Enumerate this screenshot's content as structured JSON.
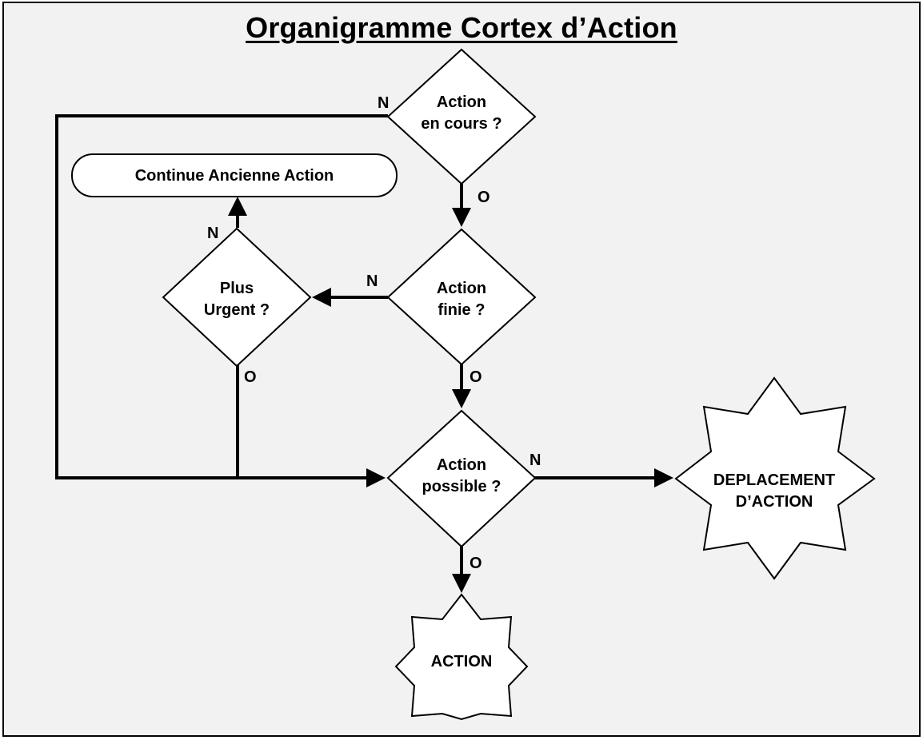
{
  "title": "Organigramme Cortex d’Action",
  "colors": {
    "background": "#f2f2f2",
    "stroke": "#000000",
    "shape_fill": "#ffffff",
    "frame_border": "#000000"
  },
  "nodes": {
    "action_en_cours": {
      "line1": "Action",
      "line2": "en cours ?"
    },
    "action_finie": {
      "line1": "Action",
      "line2": "finie ?"
    },
    "action_possible": {
      "line1": "Action",
      "line2": "possible ?"
    },
    "plus_urgent": {
      "line1": "Plus",
      "line2": "Urgent ?"
    },
    "continue_ancienne": {
      "label": "Continue Ancienne Action"
    },
    "deplacement": {
      "line1": "DEPLACEMENT",
      "line2": "D’ACTION"
    },
    "action": {
      "label": "ACTION"
    }
  },
  "edge_labels": {
    "en_cours_no": "N",
    "en_cours_yes": "O",
    "finie_no": "N",
    "finie_yes": "O",
    "urgent_no": "N",
    "urgent_yes": "O",
    "possible_no": "N",
    "possible_yes": "O"
  }
}
